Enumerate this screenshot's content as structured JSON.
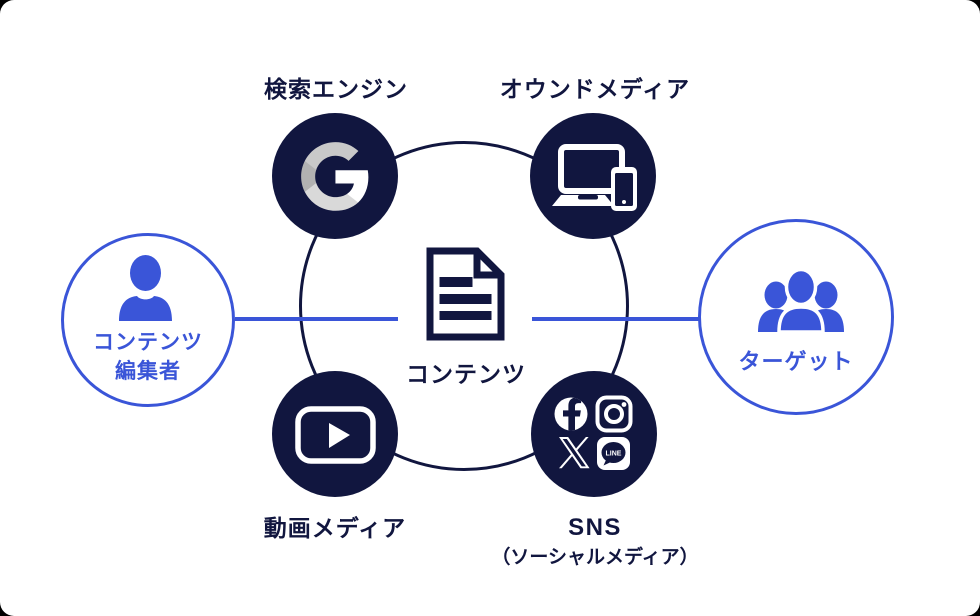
{
  "colors": {
    "navy": "#11163F",
    "blue": "#3A55D8",
    "google_gray_dark": "#b2b2b2",
    "google_gray_mid": "#c9c9c9",
    "google_gray_light": "#d9d9d9",
    "white": "#ffffff"
  },
  "nodes": {
    "search_engine": {
      "label": "検索エンジン",
      "icon": "google-g-icon"
    },
    "owned_media": {
      "label": "オウンドメディア",
      "icon": "laptop-smartphone-icon"
    },
    "video_media": {
      "label": "動画メディア",
      "icon": "youtube-play-icon"
    },
    "sns": {
      "label": "SNS",
      "sublabel": "（ソーシャルメディア）",
      "icons": [
        "facebook-icon",
        "instagram-icon",
        "x-icon",
        "line-icon"
      ],
      "line_badge_text": "LINE"
    },
    "content": {
      "label": "コンテンツ",
      "icon": "document-icon"
    },
    "editor": {
      "label_line1": "コンテンツ",
      "label_line2": "編集者",
      "icon": "person-icon"
    },
    "target": {
      "label": "ターゲット",
      "icon": "people-group-icon"
    }
  },
  "flow": {
    "direction": "left-to-right",
    "arrow": "blue-right-arrow"
  }
}
